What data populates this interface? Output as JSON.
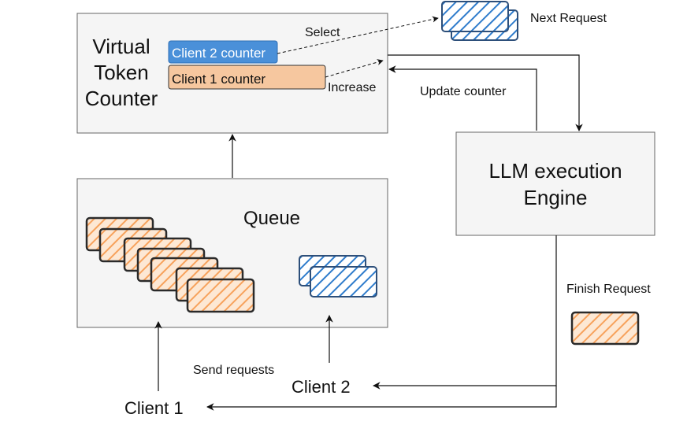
{
  "nodes": {
    "vtc": {
      "label_lines": [
        "Virtual",
        "Token",
        "Counter"
      ]
    },
    "client2_counter": {
      "label": "Client 2 counter"
    },
    "client1_counter": {
      "label": "Client 1 counter"
    },
    "queue": {
      "label": "Queue"
    },
    "llm": {
      "label_lines": [
        "LLM execution",
        "Engine"
      ]
    },
    "client1": {
      "label": "Client 1"
    },
    "client2": {
      "label": "Client 2"
    }
  },
  "edges": {
    "select": {
      "label": "Select"
    },
    "increase": {
      "label": "Increase"
    },
    "next_request": {
      "label": "Next Request"
    },
    "update_counter": {
      "label": "Update counter"
    },
    "finish_request": {
      "label": "Finish Request"
    },
    "send_requests": {
      "label": "Send requests"
    }
  },
  "colors": {
    "client1": "#f6c79f",
    "client1_stripe": "#f7a25c",
    "client2": "#4a90d9",
    "client2_stripe": "#2f7ccc",
    "box_fill": "#f5f5f5",
    "box_stroke": "#666666"
  }
}
